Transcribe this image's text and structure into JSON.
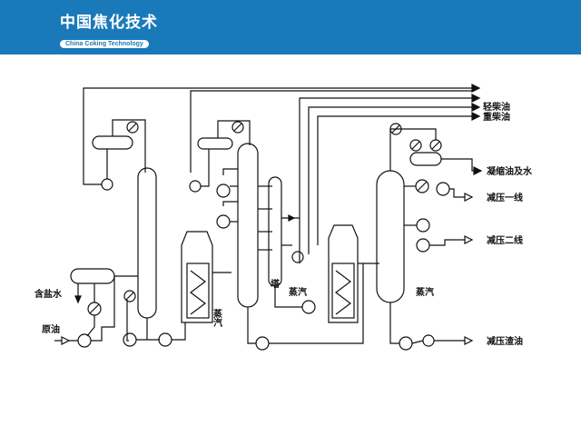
{
  "header": {
    "logo_cn": "中国焦化技术",
    "logo_en": "China Coking Technology",
    "accent": "#1a7ab9"
  },
  "diagram": {
    "labels": {
      "light_diesel": "轻柴油",
      "heavy_diesel": "重柴油",
      "condensate": "凝缩油及水",
      "vac_cut1": "减压一线",
      "vac_cut2": "减压二线",
      "vac_residue": "减压渣油",
      "salt_water": "含盐水",
      "crude_oil": "原油",
      "steam_furnace": "蒸汽",
      "tower": "塔",
      "steam_mid": "蒸汽",
      "steam_vac": "蒸汽"
    }
  }
}
